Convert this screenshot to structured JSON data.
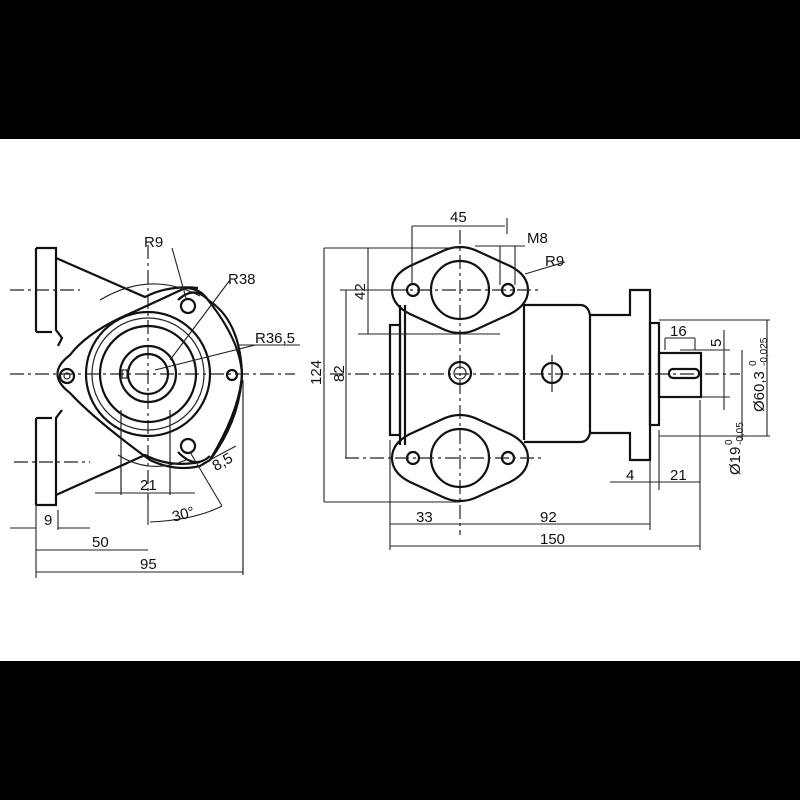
{
  "drawing": {
    "title": "Pump dimensional drawing",
    "background": "#ffffff",
    "frame_color": "#000000",
    "line_color": "#111111"
  },
  "front_view": {
    "labels": {
      "r9": "R9",
      "r38": "R38",
      "r36_5": "R36,5",
      "d8_5": "8,5",
      "d21": "21",
      "angle30": "30°",
      "d9": "9",
      "d50": "50",
      "d95": "95"
    }
  },
  "side_view": {
    "labels": {
      "d45": "45",
      "m8": "M8",
      "r9": "R9",
      "d42": "42",
      "d124": "124",
      "d82": "82",
      "d33": "33",
      "d92": "92",
      "d150": "150",
      "d4": "4",
      "d21": "21",
      "d16": "16",
      "d5": "5",
      "shaft_dia": "Ø19",
      "shaft_tol_upper": "0",
      "shaft_tol_lower": "-0,05",
      "spigot_dia": "Ø60,3",
      "spigot_tol_upper": "0",
      "spigot_tol_lower": "-0,025"
    }
  }
}
